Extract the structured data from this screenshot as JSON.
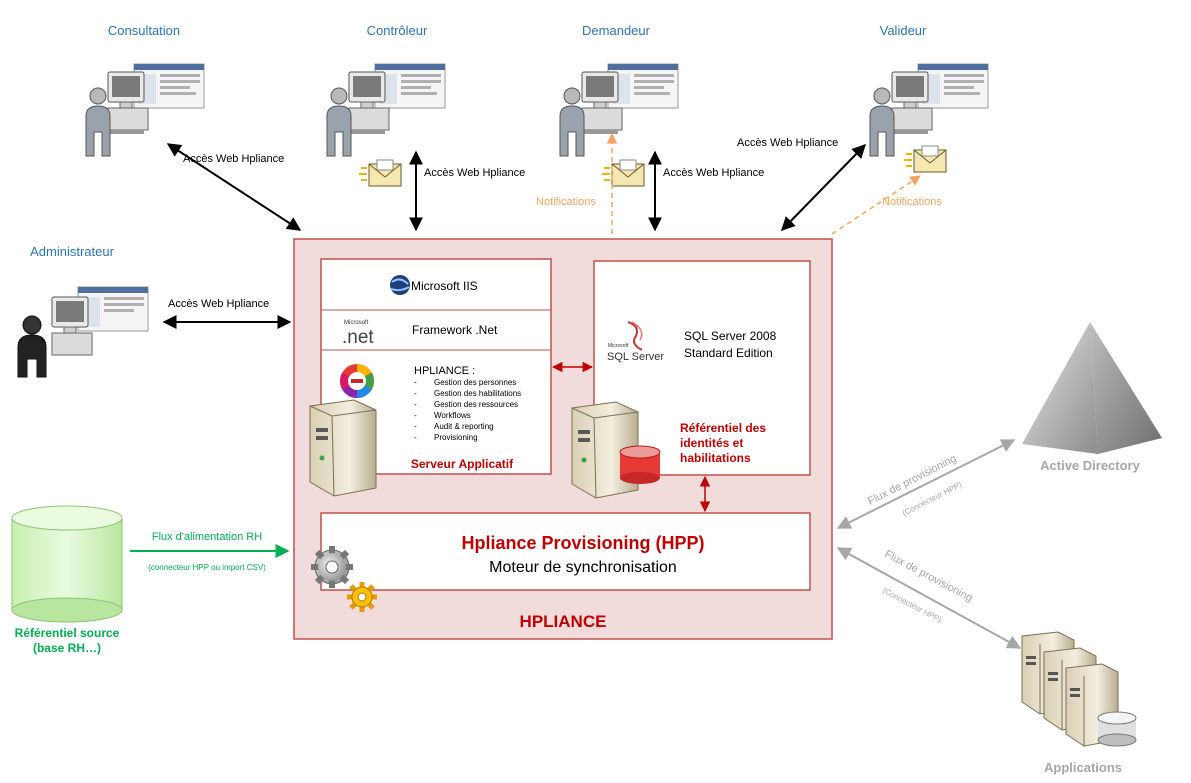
{
  "roles": {
    "consultation": "Consultation",
    "controleur": "Contrôleur",
    "demandeur": "Demandeur",
    "valideur": "Valideur",
    "administrateur": "Administrateur"
  },
  "links": {
    "acces_consultation": "Accès Web Hpliance",
    "acces_controleur": "Accès Web Hpliance",
    "acces_demandeur": "Accès Web Hpliance",
    "acces_valideur": "Accès Web Hpliance",
    "acces_admin": "Accès Web Hpliance",
    "notifications_demandeur": "Notifications",
    "notifications_valideur": "Notifications",
    "flux_rh_title": "Flux d'alimentation RH",
    "flux_rh_sub": "(connecteur HPP ou import CSV)",
    "flux_ad_title": "Flux de provisioning",
    "flux_ad_sub": "(Connecteur HPP)",
    "flux_apps_title": "Flux de provisioning",
    "flux_apps_sub": "(Connecteur HPP)"
  },
  "app_server": {
    "iis": "Microsoft IIS",
    "net_logo_small": "Microsoft",
    "net_logo": ".net",
    "framework": "Framework .Net",
    "hpliance_title": "HPLIANCE :",
    "modules": [
      "Gestion des personnes",
      "Gestion des habilitations",
      "Gestion des ressources",
      "Workflows",
      "Audit & reporting",
      "Provisioning"
    ],
    "label": "Serveur Applicatif"
  },
  "db_server": {
    "sql_logo_small": "Microsoft",
    "sql_logo": "SQL Server",
    "product": "SQL Server 2008",
    "edition": "Standard Edition",
    "label_line1": "Référentiel des",
    "label_line2": "identités et",
    "label_line3": "habilitations"
  },
  "hpp": {
    "title": "Hpliance Provisioning (HPP)",
    "subtitle": "Moteur de synchronisation"
  },
  "platform_label": "HPLIANCE",
  "source": {
    "line1": "Référentiel source",
    "line2": "(base RH…)"
  },
  "targets": {
    "active_directory": "Active Directory",
    "applications": "Applications"
  },
  "colors": {
    "blue_label": "#2e74b5",
    "red": "#c00000",
    "green": "#00b050",
    "orange": "#f4a460",
    "grey": "#a6a6a6",
    "frame_fill": "#f2dcdb",
    "frame_stroke": "#c0504d"
  }
}
